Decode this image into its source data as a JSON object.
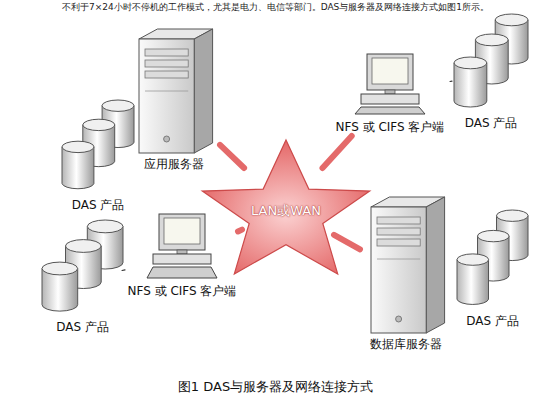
{
  "diagram": {
    "caption": "图1 DAS与服务器及网络连接方式",
    "nodes": [
      {
        "text": [
          "应用服务器"
        ]
      },
      {
        "text": [
          "NFS 或 CIFS 客户端"
        ]
      },
      {
        "text": [
          "DAS 产品"
        ]
      },
      {
        "text": [
          "DAS 产品"
        ]
      },
      {
        "text": [
          "LAN或WAN"
        ]
      },
      {
        "text": [
          "NFS 或 CIFS 客户端"
        ]
      },
      {
        "text": [
          "数据库服务器"
        ]
      },
      {
        "text": [
          "DAS 产品"
        ]
      },
      {
        "text": [
          "DAS 产品"
        ]
      }
    ],
    "edges": [
      {
        "from": 0,
        "to": 4,
        "arrow": "none"
      },
      {
        "from": 1,
        "to": 4,
        "arrow": "none"
      },
      {
        "from": 4,
        "to": 5,
        "arrow": "none"
      },
      {
        "from": 4,
        "to": 6,
        "arrow": "none"
      },
      {
        "from": 1,
        "to": 2,
        "arrow": "none"
      },
      {
        "from": 5,
        "to": 8,
        "arrow": "none"
      }
    ],
    "labels": [
      "不利于7×24小时不停机的工作模式，尤其是电力、电信等部门。DAS与服务器及网络连接方式如图1所示。"
    ]
  }
}
